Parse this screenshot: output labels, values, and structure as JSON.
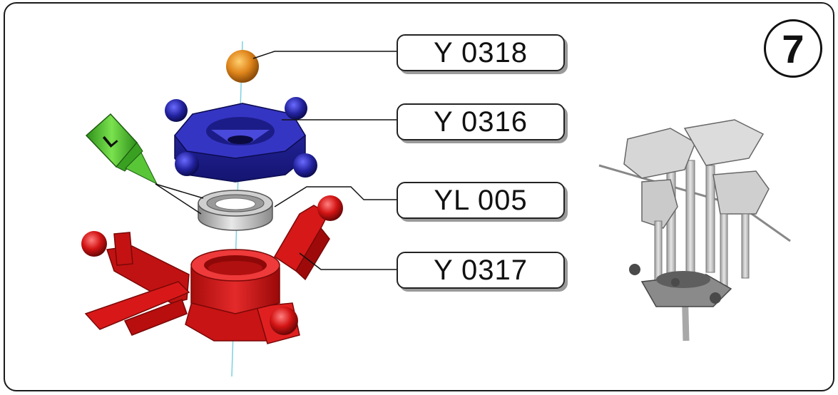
{
  "step": {
    "number": "7"
  },
  "parts": [
    {
      "code": "Y 0318",
      "color": "#e08a1e",
      "part": "ball"
    },
    {
      "code": "Y 0316",
      "color": "#2a2aa8",
      "part": "washout-ring"
    },
    {
      "code": "YL 005",
      "color": "#b8b8b8",
      "part": "bearing"
    },
    {
      "code": "Y 0317",
      "color": "#d81818",
      "part": "swashplate-base"
    }
  ],
  "threadlock": {
    "letter": "L",
    "color": "#4fc22e"
  },
  "axis_color": "#7fd0e0"
}
